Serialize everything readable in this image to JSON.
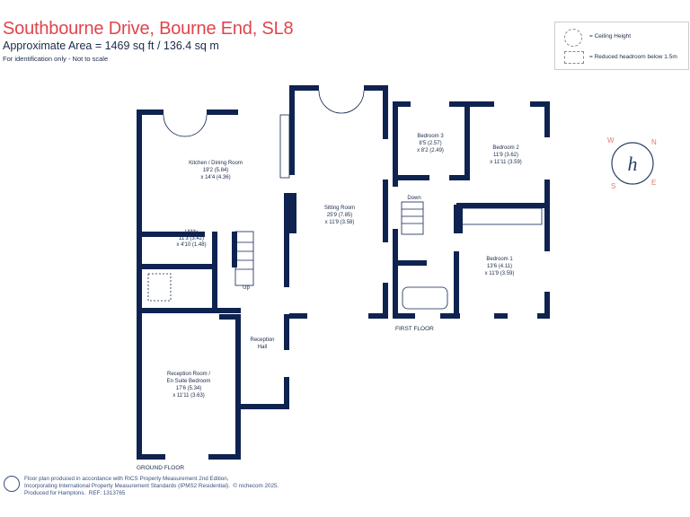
{
  "header": {
    "title": "Southbourne Drive, Bourne End, SL8",
    "area": "Approximate Area = 1469 sq ft / 136.4 sq m",
    "note": "For identification only - Not to scale"
  },
  "legend": {
    "ceiling_height": "= Ceiling Height",
    "reduced_headroom": "= Reduced headroom below 1.5m"
  },
  "rooms": {
    "kitchen": {
      "name": "Kitchen / Dining Room",
      "dim1": "19'2 (5.84)",
      "dim2": "x 14'4 (4.36)"
    },
    "sitting": {
      "name": "Sitting Room",
      "dim1": "25'9 (7.85)",
      "dim2": "x 11'9 (3.58)"
    },
    "utility": {
      "name": "Utility",
      "dim1": "11'3 (3.42)",
      "dim2": "x 4'10 (1.48)"
    },
    "hall": {
      "name": "Reception",
      "name2": "Hall"
    },
    "reception": {
      "name": "Reception Room /",
      "name2": "En Suite Bedroom",
      "dim1": "17'6 (5.34)",
      "dim2": "x 11'11 (3.63)"
    },
    "bedroom3": {
      "name": "Bedroom 3",
      "dim1": "8'5 (2.57)",
      "dim2": "x 8'2 (2.49)"
    },
    "bedroom2": {
      "name": "Bedroom 2",
      "dim1": "11'9 (3.62)",
      "dim2": "x 11'11 (3.59)"
    },
    "bedroom1": {
      "name": "Bedroom 1",
      "dim1": "13'6 (4.11)",
      "dim2": "x 11'9 (3.59)"
    },
    "stairs_up": "Up",
    "stairs_down": "Down"
  },
  "floors": {
    "ground": "GROUND FLOOR",
    "first": "FIRST FLOOR"
  },
  "compass": {
    "n": "N",
    "e": "E",
    "s": "S",
    "w": "W",
    "logo": "h"
  },
  "footer": {
    "line1": "Floor plan produced in accordance with RICS Property Measurement 2nd Edition,",
    "line2": "Incorporating International Property Measurement Standards (IPMS2 Residential).",
    "copyright": "© nichecom 2025.",
    "line3": "Produced for Hamptons.",
    "ref": "REF: 1313765"
  },
  "colors": {
    "wall": "#0f2350",
    "title": "#e0444b",
    "compass": "#e07a72"
  }
}
